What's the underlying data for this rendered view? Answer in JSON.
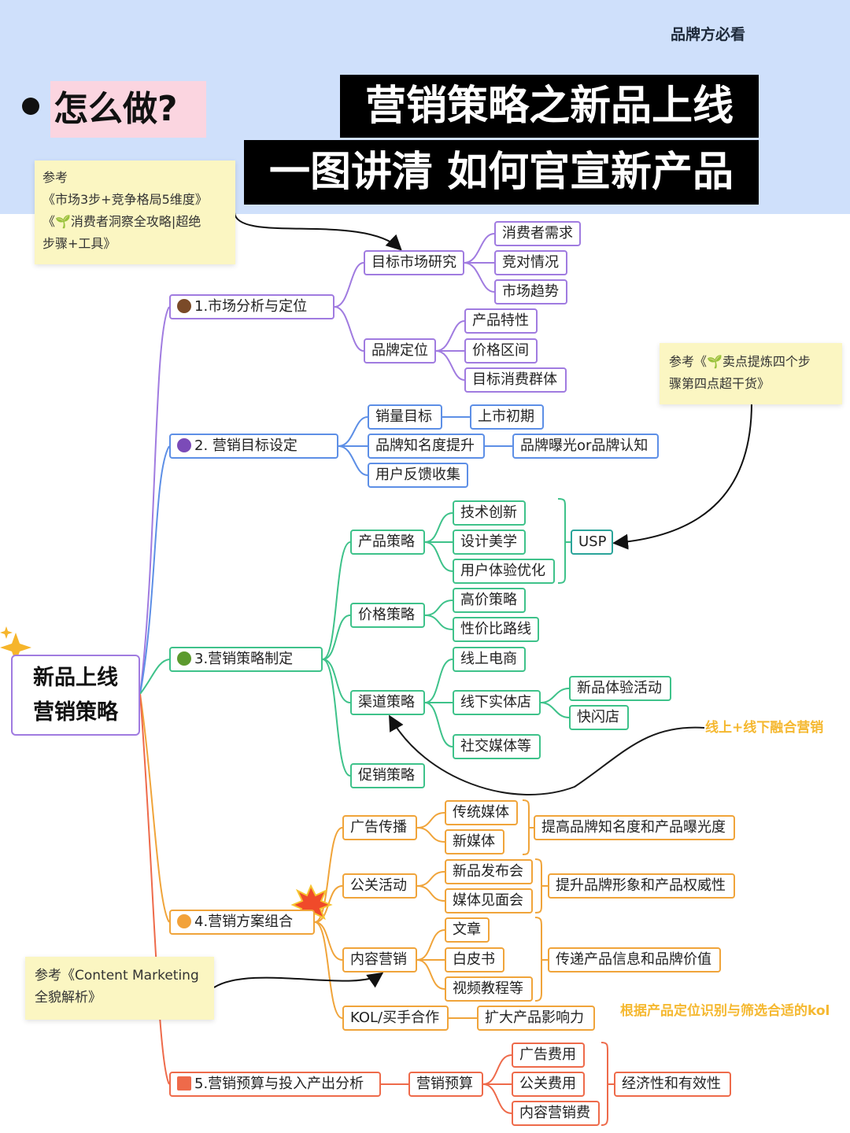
{
  "header": {
    "tag": "品牌方必看",
    "question": "怎么做?",
    "title_line1": "营销策略之新品上线",
    "title_line2": "一图讲清 如何官宣新产品"
  },
  "colors": {
    "band": "#cfe0fb",
    "purple": "#a07be0",
    "blue": "#5d8fe6",
    "green": "#3ec28a",
    "orange": "#f0a43a",
    "red": "#ee6a4a",
    "note": "#fbf6c2",
    "annotation": "#f5b830"
  },
  "notes": {
    "ref1": [
      "参考",
      "《市场3步+竞争格局5维度》",
      "《🌱消费者洞察全攻略|超绝",
      "步骤+工具》"
    ],
    "ref2": [
      "参考《🌱卖点提炼四个步",
      "骤第四点超干货》"
    ],
    "ref3": [
      "参考《Content Marketing",
      "全貌解析》"
    ]
  },
  "annotations": {
    "online_offline": "线上+线下融合营销",
    "kol": "根据产品定位识别与筛选合适的kol"
  },
  "root": {
    "line1": "新品上线",
    "line2": "营销策略"
  },
  "branches": {
    "b1": {
      "icon": "coconut-icon",
      "label": "1.市场分析与定位",
      "c1": {
        "label": "目标市场研究",
        "items": [
          "消费者需求",
          "竞对情况",
          "市场趋势"
        ]
      },
      "c2": {
        "label": "品牌定位",
        "items": [
          "产品特性",
          "价格区间",
          "目标消费群体"
        ]
      }
    },
    "b2": {
      "icon": "grape-icon",
      "label": "2. 营销目标设定",
      "c1": {
        "label": "销量目标",
        "detail": "上市初期"
      },
      "c2": {
        "label": "品牌知名度提升",
        "detail": "品牌曝光or品牌认知"
      },
      "c3": {
        "label": "用户反馈收集"
      }
    },
    "b3": {
      "icon": "avocado-icon",
      "label": "3.营销策略制定",
      "product": {
        "label": "产品策略",
        "items": [
          "技术创新",
          "设计美学",
          "用户体验优化"
        ],
        "summary": "USP"
      },
      "price": {
        "label": "价格策略",
        "items": [
          "高价策略",
          "性价比路线"
        ]
      },
      "channel": {
        "label": "渠道策略",
        "online": "线上电商",
        "offline": "线下实体店",
        "offline_items": [
          "新品体验活动",
          "快闪店"
        ],
        "social": "社交媒体等"
      },
      "promo": {
        "label": "促销策略"
      }
    },
    "b4": {
      "icon": "lion-icon",
      "label": "4.营销方案组合",
      "ads": {
        "label": "广告传播",
        "items": [
          "传统媒体",
          "新媒体"
        ],
        "goal": "提高品牌知名度和产品曝光度"
      },
      "pr": {
        "label": "公关活动",
        "items": [
          "新品发布会",
          "媒体见面会"
        ],
        "goal": "提升品牌形象和产品权威性"
      },
      "content": {
        "label": "内容营销",
        "items": [
          "文章",
          "白皮书",
          "视频教程等"
        ],
        "goal": "传递产品信息和品牌价值"
      },
      "kol": {
        "label": "KOL/买手合作",
        "goal": "扩大产品影响力"
      }
    },
    "b5": {
      "icon": "chart-up-icon",
      "label": "5.营销预算与投入产出分析",
      "budget": {
        "label": "营销预算",
        "items": [
          "广告费用",
          "公关费用",
          "内容营销费"
        ],
        "goal": "经济性和有效性"
      }
    }
  }
}
